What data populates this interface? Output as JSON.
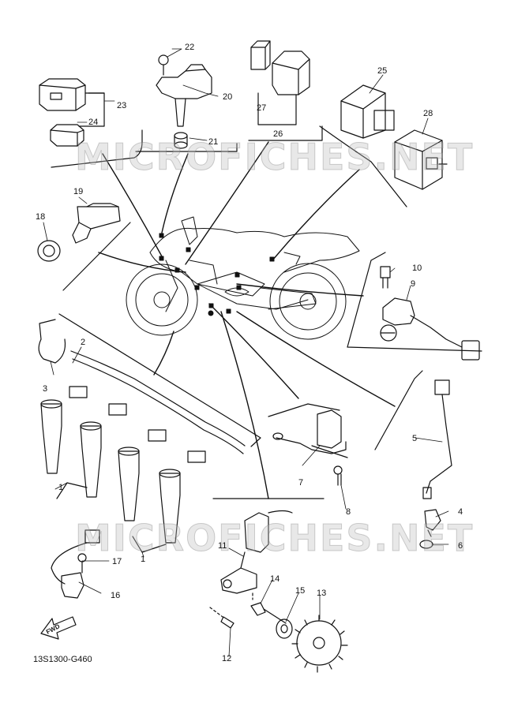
{
  "diagram": {
    "code": "13S1300-G460",
    "direction_label": "FWD",
    "watermark": "MICROFICHES.NET",
    "parts": [
      {
        "id": "1",
        "label": "1"
      },
      {
        "id": "1b",
        "label": "1"
      },
      {
        "id": "2",
        "label": "2"
      },
      {
        "id": "3",
        "label": "3"
      },
      {
        "id": "4",
        "label": "4"
      },
      {
        "id": "5",
        "label": "5"
      },
      {
        "id": "6",
        "label": "6"
      },
      {
        "id": "7",
        "label": "7"
      },
      {
        "id": "8",
        "label": "8"
      },
      {
        "id": "9",
        "label": "9"
      },
      {
        "id": "10",
        "label": "10"
      },
      {
        "id": "11",
        "label": "11"
      },
      {
        "id": "12",
        "label": "12"
      },
      {
        "id": "13",
        "label": "13"
      },
      {
        "id": "14",
        "label": "14"
      },
      {
        "id": "15",
        "label": "15"
      },
      {
        "id": "16",
        "label": "16"
      },
      {
        "id": "17",
        "label": "17"
      },
      {
        "id": "18",
        "label": "18"
      },
      {
        "id": "19",
        "label": "19"
      },
      {
        "id": "20",
        "label": "20"
      },
      {
        "id": "21",
        "label": "21"
      },
      {
        "id": "22",
        "label": "22"
      },
      {
        "id": "23",
        "label": "23"
      },
      {
        "id": "24",
        "label": "24"
      },
      {
        "id": "25",
        "label": "25"
      },
      {
        "id": "26",
        "label": "26"
      },
      {
        "id": "27",
        "label": "27"
      },
      {
        "id": "28",
        "label": "28"
      }
    ]
  }
}
